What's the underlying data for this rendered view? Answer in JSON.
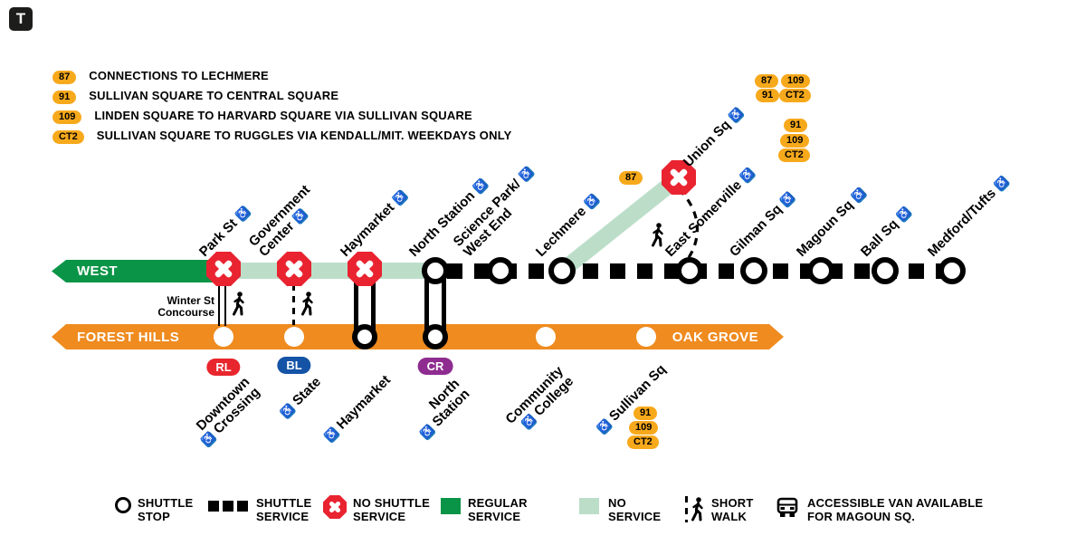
{
  "logo": {
    "label": "T"
  },
  "icons": {
    "accessible": "♿"
  },
  "colors": {
    "green_line": "#0a9447",
    "no_service_green": "#BCDEC9",
    "orange_line": "#EF8B1F",
    "no_shuttle_red": "#E92330",
    "red_line_badge": "#E8262D",
    "blue_line_badge": "#1553A6",
    "commuter_rail_badge": "#8E2C90",
    "bus_badge_yellow": "#F7A91C",
    "accessibility_blue": "#1E79C5"
  },
  "routes_key": [
    {
      "badge": "87",
      "description": "CONNECTIONS TO LECHMERE"
    },
    {
      "badge": "91",
      "description": "SULLIVAN SQUARE TO CENTRAL SQUARE"
    },
    {
      "badge": "109",
      "description": "LINDEN SQUARE TO HARVARD SQUARE VIA SULLIVAN SQUARE"
    },
    {
      "badge": "CT2",
      "description": "SULLIVAN SQUARE TO RUGGLES VIA KENDALL/MIT. WEEKDAYS ONLY"
    }
  ],
  "map": {
    "green_terminal": "WEST",
    "orange_terminal_left": "FOREST HILLS",
    "orange_terminal_right": "OAK GROVE",
    "winter_st": {
      "line1": "Winter St",
      "line2": "Concourse"
    },
    "transfer_badges": {
      "red_line": "RL",
      "blue_line": "BL",
      "commuter_rail": "CR"
    },
    "shuttle_stations": [
      {
        "name": "Park St"
      },
      {
        "line1": "Government",
        "line2": "Center"
      },
      {
        "name": "Haymarket"
      },
      {
        "name": "North Station"
      },
      {
        "line1": "Science Park/",
        "line2": "West End"
      },
      {
        "name": "Lechmere"
      },
      {
        "name": "Union Sq"
      },
      {
        "name": "East Somerville"
      },
      {
        "name": "Gilman Sq"
      },
      {
        "name": "Magoun Sq"
      },
      {
        "name": "Ball Sq"
      },
      {
        "name": "Medford/Tufts"
      }
    ],
    "orange_stations": [
      {
        "line1": "Downtown",
        "line2": "Crossing"
      },
      {
        "name": "State"
      },
      {
        "name": "Haymarket"
      },
      {
        "line1": "North",
        "line2": "Station"
      },
      {
        "line1": "Community",
        "line2": "College"
      },
      {
        "name": "Sullivan Sq"
      }
    ],
    "lechmere_branch_badge": "87",
    "union_sq_badges": [
      "87",
      "109",
      "91",
      "CT2"
    ],
    "east_somerville_badges": [
      "91",
      "109",
      "CT2"
    ],
    "sullivan_sq_badges": [
      "91",
      "109",
      "CT2"
    ]
  },
  "legend": {
    "items": [
      {
        "line1": "SHUTTLE",
        "line2": "STOP"
      },
      {
        "line1": "SHUTTLE",
        "line2": "SERVICE"
      },
      {
        "line1": "NO SHUTTLE",
        "line2": "SERVICE"
      },
      {
        "line1": "REGULAR",
        "line2": "SERVICE"
      },
      {
        "line1": "NO",
        "line2": "SERVICE"
      },
      {
        "line1": "SHORT",
        "line2": "WALK"
      },
      {
        "line1": "ACCESSIBLE VAN AVAILABLE",
        "line2": "FOR MAGOUN SQ."
      }
    ]
  }
}
